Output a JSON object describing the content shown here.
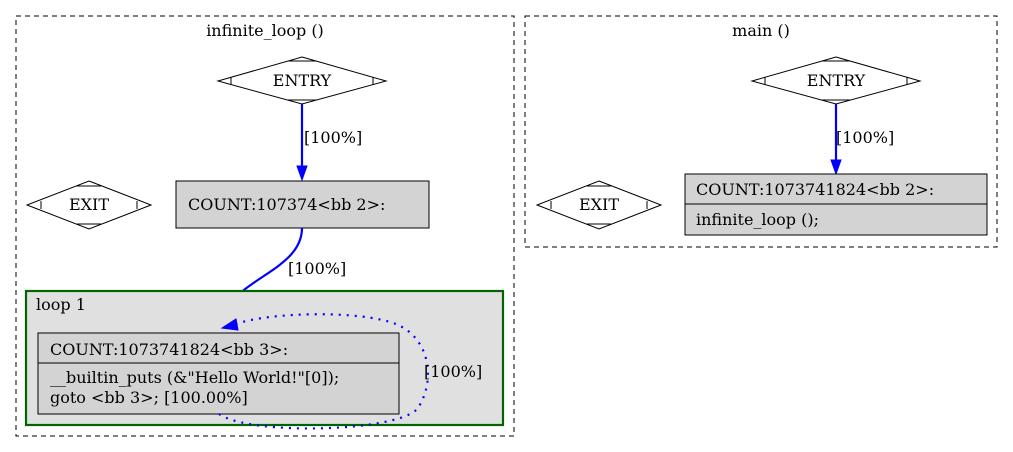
{
  "graph": {
    "clusters": [
      {
        "title": "infinite_loop ()",
        "entry_label": "ENTRY",
        "exit_label": "EXIT",
        "bb2_label": "COUNT:107374<bb 2>:",
        "edge_entry_bb2": "[100%]",
        "edge_bb2_bb3": "[100%]",
        "loop": {
          "title": "loop 1",
          "bb3_header": "COUNT:1073741824<bb 3>:",
          "bb3_lines": [
            "__builtin_puts (&\"Hello World!\"[0]);",
            "goto <bb 3>; [100.00%]"
          ],
          "self_edge_label": "[100%]"
        }
      },
      {
        "title": "main ()",
        "entry_label": "ENTRY",
        "exit_label": "EXIT",
        "bb2_header": "COUNT:1073741824<bb 2>:",
        "bb2_line": "infinite_loop ();",
        "edge_entry_bb2": "[100%]"
      }
    ],
    "colors": {
      "edge": "#0000ff",
      "node_fill": "#d3d3d3",
      "loop_fill": "#e0e0e0",
      "loop_border": "#006400"
    }
  }
}
